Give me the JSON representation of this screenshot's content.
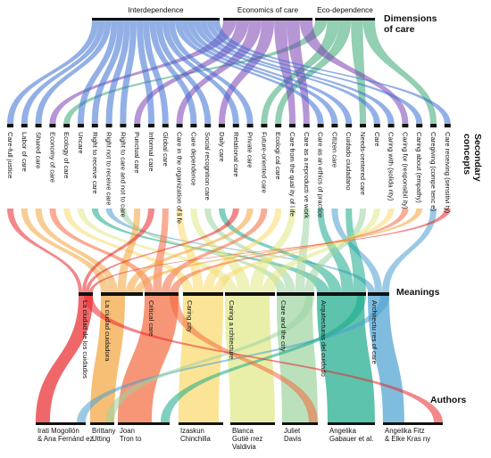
{
  "levels": {
    "dimensions": "Dimensions\nof care",
    "secondary": "Secondary\nconcepts",
    "meanings": "Meanings",
    "authors": "Authors"
  },
  "dimensions": [
    {
      "label": "Interdependence",
      "color": "#3b6fd1"
    },
    {
      "label": "Economics of  care",
      "color": "#7a3fb0"
    },
    {
      "label": "Eco-dependence",
      "color": "#3aa873"
    }
  ],
  "secondary_concepts": [
    "Care-full justice",
    "Labor of  care",
    "Shared care",
    "Economy of care",
    "Ecology of  care",
    "Uncare",
    "Right to receive care",
    "Right not  to receive care",
    "Right to care and not  to care",
    "Punctual  care",
    "Informal care",
    "Global care",
    "Care in the organization of li  fe",
    "Care dependence",
    "Social recognition care",
    "Daily care",
    "Relational  care",
    "Private care",
    "Future-oriented care",
    "Ecologi cal care",
    "Care from the qual  ity of l ife",
    "Care as a reproducti ve work",
    "Care as an ethics of   practice",
    "Citizen care",
    "Cuidado ciudadano",
    "Needs-centered care",
    "Care",
    "Caring with (solida  rity)",
    "Caring for (responsibil ity)",
    "Caring about  (empathy)",
    "Caregiving  (compe tenc e)",
    "Care  receiving (sensitivi  ty)"
  ],
  "meanings": [
    "La ciudad de los cuidados",
    "La ciudad cuidadora",
    "Critical care",
    "Caring city",
    "Caring a rchitecture",
    "Care and the city",
    "Arquitecturas del cuidado",
    "Architectu res of  care"
  ],
  "authors": [
    "Irati Mogollón\n& Ana  Fernánd ez",
    "Brittany\nUtting",
    "Joan\nTron to",
    "Izaskun\nChinchilla",
    "Blanca\nGutié rrez\nValdivia",
    "Juliet\nDavis",
    "Angelika\nGabauer et al.",
    "Angelika Fitz\n& Elke Kras ny"
  ],
  "colors": {
    "author_palette": [
      "#e8262a",
      "#f3a43a",
      "#f46a3d",
      "#fbd86a",
      "#e0e884",
      "#9cd4a0",
      "#18a98a",
      "#4a9fd0"
    ]
  }
}
